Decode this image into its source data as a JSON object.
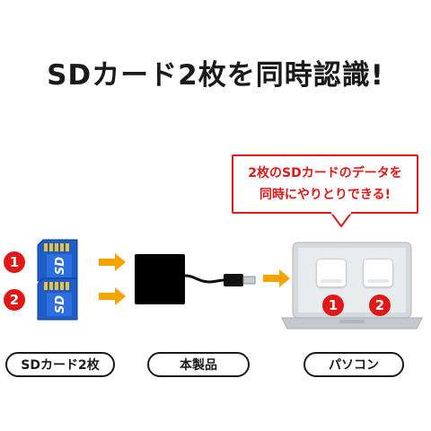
{
  "title": "SDカード2枚を同時認識!",
  "callout": {
    "line1": "2枚のSDカードのデータを",
    "line2": "同時にやりとりできる!"
  },
  "markers": [
    "1",
    "2"
  ],
  "sd_card_logo": "SD",
  "labels": {
    "sd_cards": "SDカード2枚",
    "product": "本製品",
    "pc": "パソコン"
  },
  "colors": {
    "accent_red": "#e01818",
    "arrow_orange": "#f5a300",
    "sd_blue": "#1f5cc8",
    "laptop_silver": "#d5dade"
  },
  "icons": [
    "sd-card-icon",
    "card-reader-icon",
    "usb-cable-icon",
    "laptop-icon",
    "arrow-right-icon"
  ]
}
